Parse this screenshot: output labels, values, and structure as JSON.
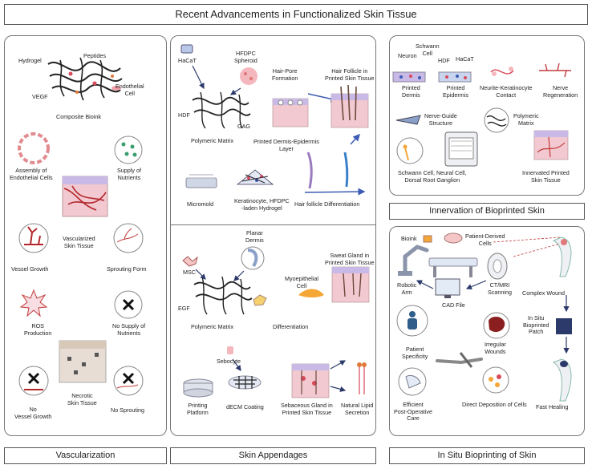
{
  "title": "Recent Advancements in Functionalized Skin Tissue",
  "captions": {
    "vascularization": "Vascularization",
    "appendages": "Skin Appendages",
    "innervation": "Innervation of Bioprinted Skin",
    "insitu": "In Situ Bioprinting of Skin"
  },
  "vasc": {
    "hydrogel": "Hydrogel",
    "peptides": "Peptides",
    "vegf": "VEGF",
    "endothelial": [
      "Endothelial",
      "Cell"
    ],
    "composite": "Composite Bioink",
    "assembly": [
      "Assembly of",
      "Endothelial Cells"
    ],
    "supply": [
      "Supply of",
      "Nutrients"
    ],
    "vascularized": [
      "Vascularized",
      "Skin Tissue"
    ],
    "vessel_growth": "Vessel Growth",
    "sprouting_form": "Sprouting Form",
    "ros": [
      "ROS",
      "Production"
    ],
    "no_supply": [
      "No Supply of",
      "Nutrients"
    ],
    "necrotic": [
      "Necrotic",
      "Skin Tissue"
    ],
    "no_vessel": [
      "No",
      "Vessel Growth"
    ],
    "no_sprouting": "No Sprouting"
  },
  "hair": {
    "hfdpc": [
      "HFDPC",
      "Spheroid"
    ],
    "hacat": "HaCaT",
    "hdf": "HDF",
    "gag": "GAG",
    "polymeric": "Polymeric Matrix",
    "hair_pore": [
      "Hair-Pore",
      "Formation"
    ],
    "printed_layer": [
      "Printed Dermis-Epidermis",
      "Layer"
    ],
    "follicle_printed": [
      "Hair Follicle in",
      "Printed Skin Tissue"
    ],
    "micromold": "Micromold",
    "keratinocyte": [
      "Keratinocyte, HFDPC",
      "-laden Hydrogel"
    ],
    "follicle_diff": "Hair follicle Differentiation"
  },
  "sweat": {
    "planar": [
      "Planar",
      "Dermis"
    ],
    "msc": "MSC",
    "egf": "EGF",
    "polymeric": "Polymeric Matrix",
    "myoepithelial": [
      "Myoepithelial",
      "Cell"
    ],
    "differentiation": "Differentiation",
    "sweat_gland": [
      "Sweat Gland in",
      "Printed Skin Tissue"
    ],
    "sebocyte": "Sebocyte",
    "platform": [
      "Printing",
      "Platform"
    ],
    "decm": "dECM Coating",
    "sebaceous": [
      "Sebaceous Gland in",
      "Printed Skin Tissue"
    ],
    "lipid": [
      "Natural Lipid",
      "Secretion"
    ]
  },
  "innerv": {
    "neuron": "Neuron",
    "schwann": [
      "Schwann",
      "Cell"
    ],
    "hdf": "HDF",
    "hacat": "HaCaT",
    "printed_dermis": [
      "Printed",
      "Dermis"
    ],
    "printed_epidermis": [
      "Printed",
      "Epidermis"
    ],
    "contact": [
      "Neurite-Keratinocyte",
      "Contact"
    ],
    "regeneration": [
      "Nerve",
      "Regeneration"
    ],
    "guide": [
      "Nerve-Guide",
      "Structure"
    ],
    "polymeric": [
      "Polymeric",
      "Matrix"
    ],
    "schwann_cells": [
      "Schwann Cell, Neural Cell,",
      "Dorsal Root Ganglion"
    ],
    "innervated": [
      "Innervated Printed",
      "Skin Tissue"
    ]
  },
  "insitu": {
    "bioink": "Bioink",
    "patient_cells": [
      "Patient-Derived",
      "Cells"
    ],
    "robotic": [
      "Robotic",
      "Arm"
    ],
    "ct": [
      "CT/MRI",
      "Scanning"
    ],
    "complex": "Complex Wound",
    "cad": "CAD File",
    "patch": [
      "In Situ",
      "Bioprinted",
      "Patch"
    ],
    "patient_spec": [
      "Patient",
      "Specificity"
    ],
    "irregular": [
      "Irregular",
      "Wounds"
    ],
    "efficient": [
      "Efficient",
      "Post-Operative",
      "Care"
    ],
    "direct": "Direct Deposition of Cells",
    "healing": "Fast Healing"
  },
  "colors": {
    "skin_pink": "#f2c9d0",
    "vessel_red": "#b3262c",
    "tissue_purple": "#c9b9e6",
    "navy": "#2b3a6b",
    "blue_arrow": "#3b5bb5"
  }
}
